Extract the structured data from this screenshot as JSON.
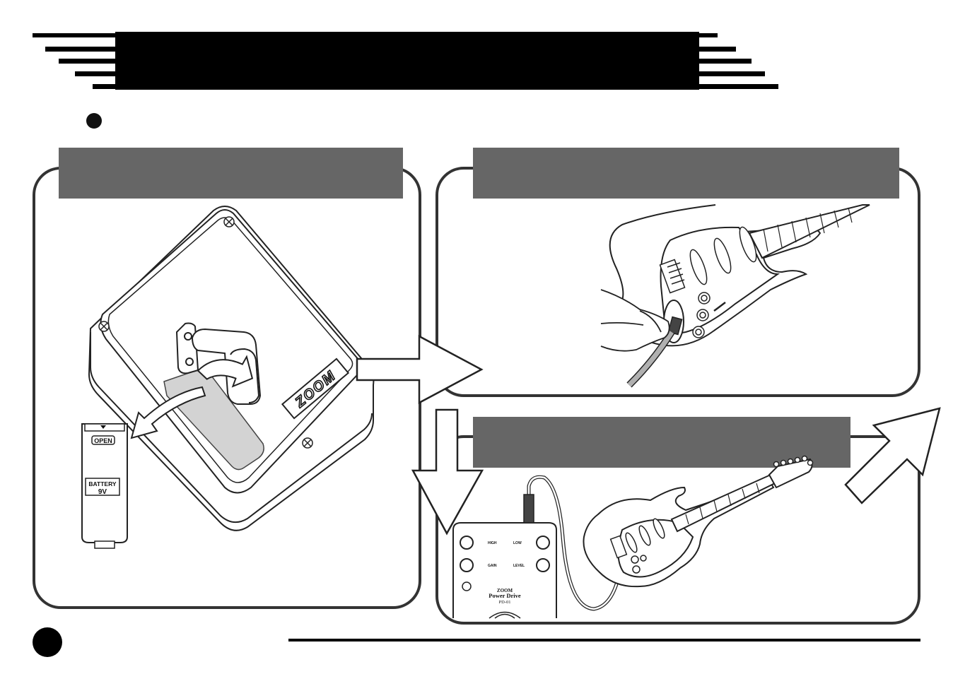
{
  "battery": {
    "open_label": "OPEN",
    "battery_label": "BATTERY",
    "voltage_label": "9V"
  },
  "pedal": {
    "knob_high": "HIGH",
    "knob_low": "LOW",
    "knob_gain": "GAIN",
    "knob_level": "LEVEL",
    "brand": "ZOOM",
    "model": "Power Drive",
    "model_code": "PD-01"
  },
  "device_logo": "ZOOM",
  "colors": {
    "title_bar": "#666666",
    "panel_border": "#333333",
    "cover_shade": "#d3d3d3",
    "cable": "#b0b0b0"
  }
}
